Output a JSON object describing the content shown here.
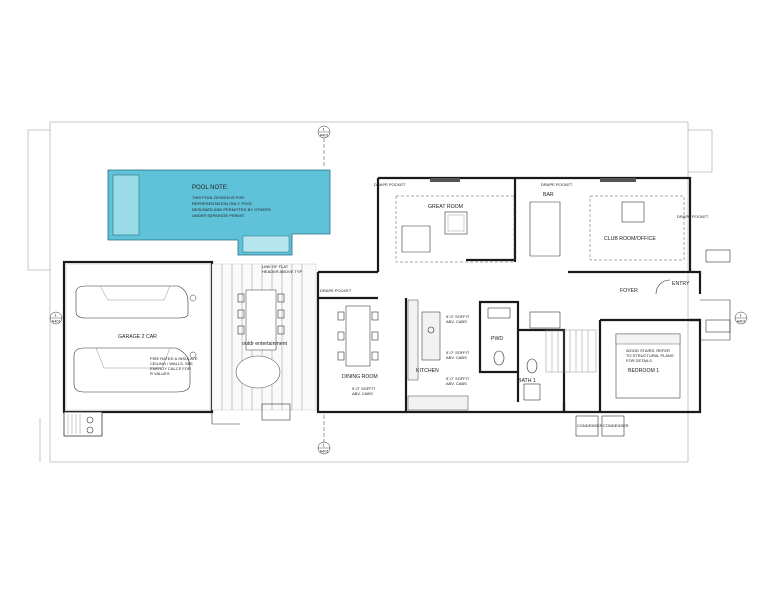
{
  "rooms": {
    "great_room": "GREAT ROOM",
    "club_room": "CLUB ROOM/OFFICE",
    "bar": "BAR",
    "foyer": "FOYER",
    "entry": "ENTRY",
    "garage": "GARAGE 2 CAR",
    "outdoor": "outdr entertainment",
    "dining": "DINING ROOM",
    "kitchen": "KITCHEN",
    "pwd": "PWD",
    "bath": "BATH 1",
    "bedroom": "BEDROOM 1"
  },
  "pool_note": {
    "title": "POOL NOTE:",
    "lines": [
      "THIS POOL DESIGN IS FOR",
      "REPRESENTATION ONLY. POOL",
      "DESIGNED AND PERMITTED BY OTHERS",
      "UNDER SEPARATE PERMIT"
    ]
  },
  "notes": {
    "drape_pocket": "DRAPE POCKET",
    "condenser": "CONDENSER",
    "fire_rated": [
      "FIRE RATED & INSULATE",
      "CEILING / WALLS. SEE",
      "ENERGY CALCS FOR",
      "R VALUES"
    ],
    "wood_stairs": [
      "WOOD STAIRS. REFER",
      "TO STRUCTURAL PLANS",
      "FOR DETAILS"
    ],
    "soffit": "9'-0\" SOFFIT",
    "abv_cabs": "ABV. CABS",
    "line_of_flat": "LINE OF FLAT",
    "header_above": "HEADER ABOVE TYP"
  },
  "tags": {
    "section": "1",
    "section_ref": "A401"
  }
}
